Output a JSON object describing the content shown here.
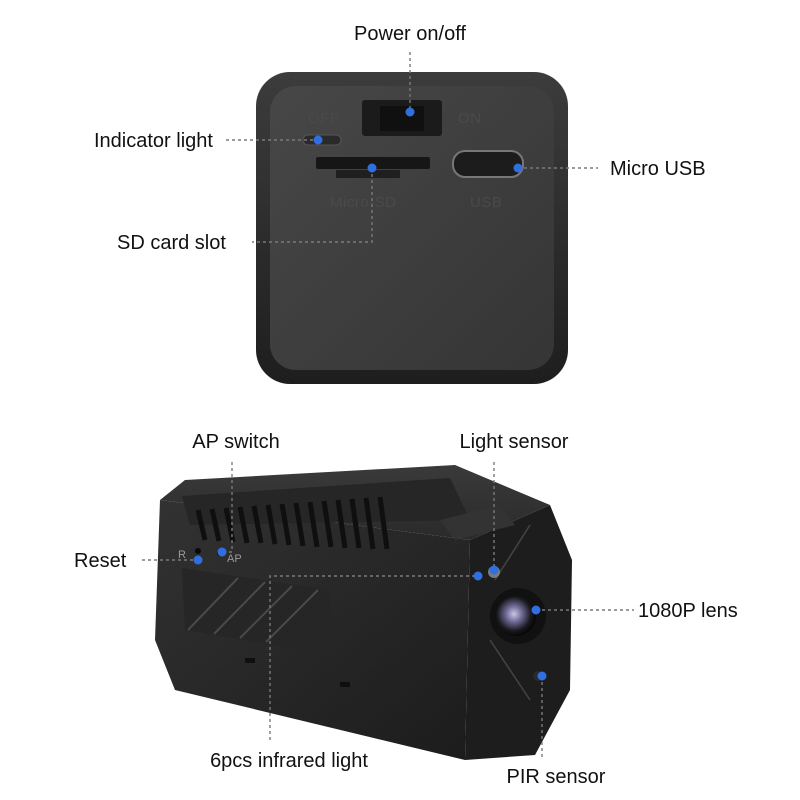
{
  "callouts": {
    "power": "Power on/off",
    "indicator": "Indicator light",
    "micro_usb": "Micro USB",
    "sd_slot": "SD card slot",
    "ap_switch": "AP switch",
    "light_sensor": "Light sensor",
    "reset": "Reset",
    "lens": "1080P lens",
    "infrared": "6pcs infrared light",
    "pir": "PIR sensor"
  },
  "engravings": {
    "off": "OFF",
    "on": "ON",
    "micro_sd": "Micro-SD",
    "usb": "USB",
    "reset_mark": "R",
    "ap_mark": "AP"
  },
  "colors": {
    "body": "#2b2b2b",
    "panel": "#3a3a3a",
    "dot": "#2f6fe0",
    "text": "#111111"
  }
}
